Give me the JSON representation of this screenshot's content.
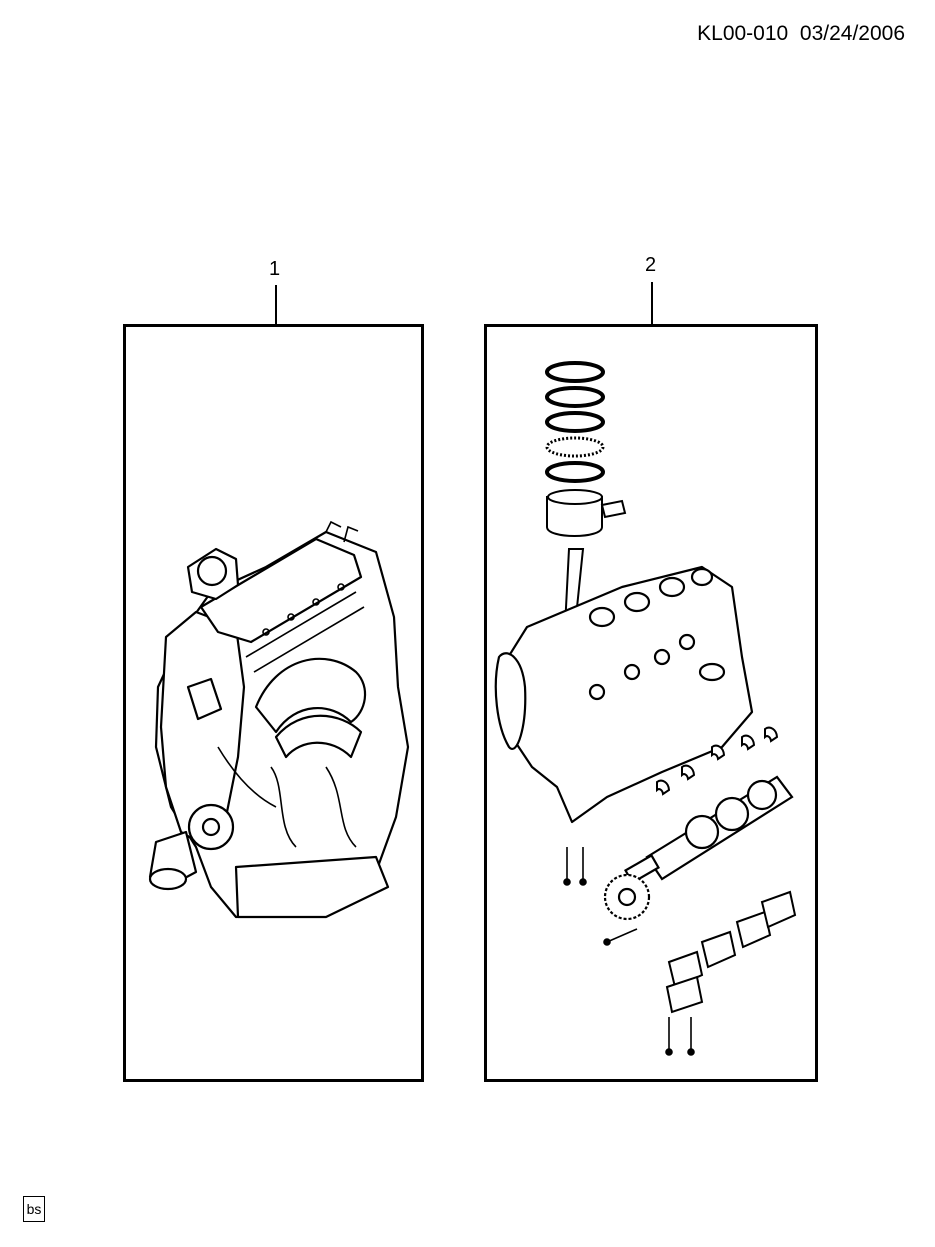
{
  "header": {
    "diagram_code": "KL00-010",
    "date": "03/24/2006"
  },
  "callouts": [
    {
      "number": "1",
      "depicts": "engine-assembly"
    },
    {
      "number": "2",
      "depicts": "short-block-assembly"
    }
  ],
  "footer": {
    "badge": "bs"
  }
}
